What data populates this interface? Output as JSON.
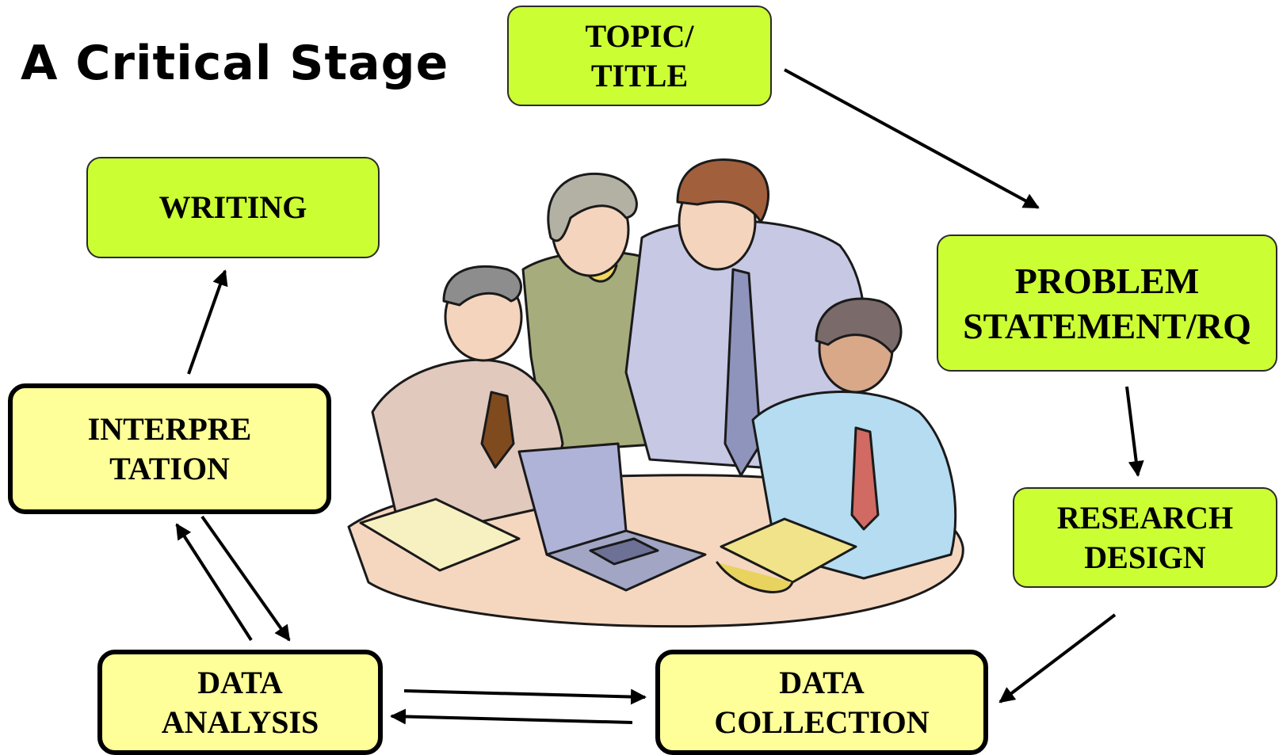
{
  "title": "A Critical Stage",
  "stages": {
    "topic": [
      "TOPIC/",
      "TITLE"
    ],
    "problem": [
      "PROBLEM",
      "STATEMENT/RQ"
    ],
    "design": [
      "RESEARCH",
      "DESIGN"
    ],
    "collection": [
      "DATA",
      "COLLECTION"
    ],
    "analysis": [
      "DATA",
      "ANALYSIS"
    ],
    "interpretation": [
      "INTERPRE",
      "TATION"
    ],
    "writing": [
      "WRITING"
    ]
  },
  "colors": {
    "green_box": "#ccff33",
    "yellow_box": "#ffff99",
    "arrow": "#000000"
  },
  "illustration": "four-people-around-laptop-clipart"
}
